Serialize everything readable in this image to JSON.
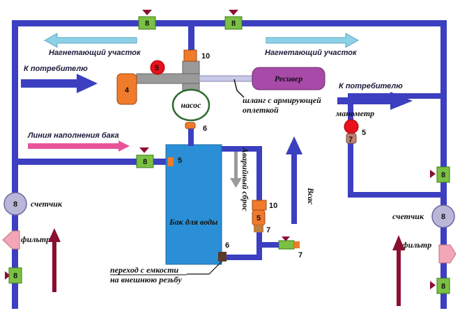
{
  "labels": {
    "supply_left": "Нагнетающий участок",
    "supply_right": "Нагнетающий участок",
    "consumer_left": "К потребителю",
    "consumer_right": "К потребителю",
    "fill_line": "Линия наполнения бака",
    "pump": "насос",
    "receiver": "Ресивер",
    "hose": "шланг с армирующей оплеткой",
    "manometer": "манометр",
    "emergency_drain": "Аварийный сброс",
    "intake": "Всас",
    "tank": "Бак для воды",
    "meter_left": "счетчик",
    "meter_right": "счетчик",
    "filter_left": "фильтр",
    "filter_right": "фильтр",
    "adapter": "переход с емкости на внешнюю резьбу"
  },
  "hose_lines": [
    "шланг с армирующей",
    "оплеткой"
  ],
  "adapter_lines": [
    "переход с емкости",
    "на внешнюю резьбу"
  ],
  "numbers": {
    "valve": "8",
    "gauge_small": "5",
    "unit_4": "4",
    "tee": "10",
    "fitting": "6",
    "check": "7",
    "gauge_5": "5",
    "tee_10b": "10",
    "fitting_6b": "6",
    "check_7b": "7",
    "check_7c": "7",
    "meter_num": "8",
    "valve_tank": "8",
    "valve_tank_5": "5"
  },
  "colors": {
    "pipe": "#3b3fc0",
    "pipe_edge": "#2a2d8e",
    "tank": "#2a8fd6",
    "valve_green": "#7bc043",
    "orange_unit": "#f07b2c",
    "receiver": "#a84aa8",
    "arrow_blue": "#3b3fc0",
    "arrow_light": "#8ed0e6",
    "arrow_pink": "#e8549a",
    "arrow_maroon": "#8a1030",
    "manometer_red": "#e8101c",
    "meter_fill": "#b9b6d8",
    "filter_pink": "#f2a6b8"
  }
}
